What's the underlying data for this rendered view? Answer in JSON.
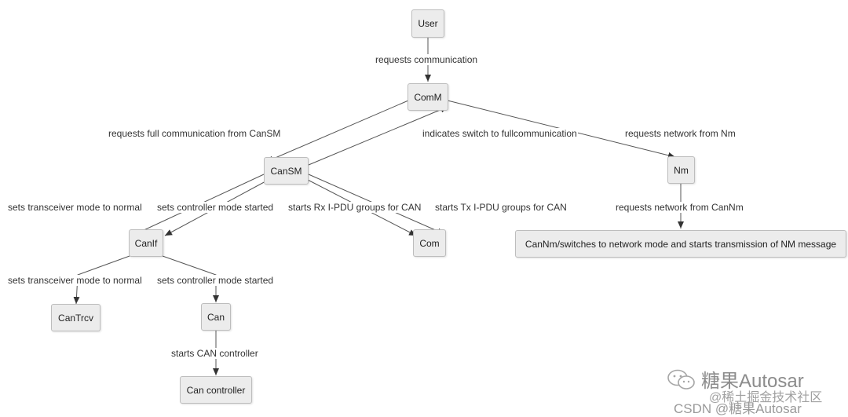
{
  "nodes": {
    "user": "User",
    "comm": "ComM",
    "cansm": "CanSM",
    "nm": "Nm",
    "canif": "CanIf",
    "com": "Com",
    "cannm": "CanNm/switches to network mode and starts transmission of NM message",
    "cantrcv": "CanTrcv",
    "can": "Can",
    "can_controller": "Can controller"
  },
  "edges": {
    "user_comm": "requests communication",
    "comm_cansm": "requests full communication from CanSM",
    "cansm_comm": "indicates switch to fullcommunication",
    "comm_nm": "requests network from Nm",
    "cansm_canif_trcv": "sets transceiver mode to normal",
    "cansm_canif_ctrl": "sets controller mode started",
    "cansm_com_rx": "starts Rx I-PDU groups for CAN",
    "cansm_com_tx": "starts Tx I-PDU groups for CAN",
    "nm_cannm": "requests network from CanNm",
    "canif_cantrcv": "sets transceiver mode to normal",
    "canif_can": "sets controller mode started",
    "can_controller": "starts CAN controller"
  },
  "watermark": {
    "line1": "糖果Autosar",
    "line2": "@稀土掘金技术社区",
    "line3": "CSDN @糖果Autosar",
    "logo": "wechat-icon"
  },
  "colors": {
    "node_fill": "#ececec",
    "node_border": "#bdbdbd",
    "edge": "#555555",
    "watermark": "#9a9a9a"
  }
}
